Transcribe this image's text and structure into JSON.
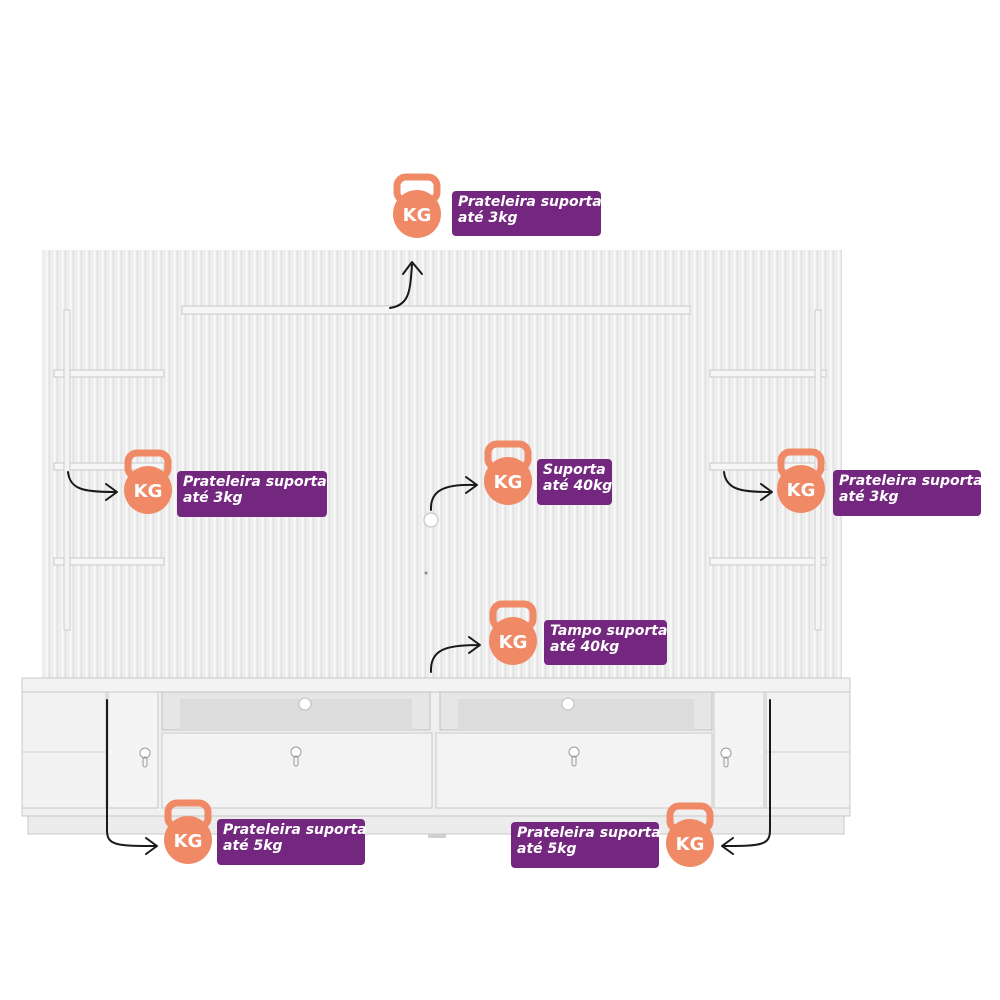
{
  "colors": {
    "badge": "#74277e",
    "kettlebell": "#f08a66",
    "furniture": "#f1f1f1",
    "arrow": "#1a1a1a"
  },
  "icon": "kettlebell-kg-icon",
  "callouts": [
    {
      "id": "top-shelf",
      "line1": "Prateleira suporta",
      "line2": "até 3kg",
      "kettlebell_text": "KG"
    },
    {
      "id": "left-shelf",
      "line1": "Prateleira suporta",
      "line2": "até 3kg",
      "kettlebell_text": "KG"
    },
    {
      "id": "center-panel",
      "line1": "Suporta",
      "line2": "até 40kg",
      "kettlebell_text": "KG"
    },
    {
      "id": "right-shelf",
      "line1": "Prateleira suporta",
      "line2": "até 3kg",
      "kettlebell_text": "KG"
    },
    {
      "id": "top-surface",
      "line1": "Tampo suporta",
      "line2": "até 40kg",
      "kettlebell_text": "KG"
    },
    {
      "id": "left-cabinet-shelf",
      "line1": "Prateleira suporta",
      "line2": "até 5kg",
      "kettlebell_text": "KG"
    },
    {
      "id": "right-cabinet-shelf",
      "line1": "Prateleira suporta",
      "line2": "até 5kg",
      "kettlebell_text": "KG"
    }
  ]
}
